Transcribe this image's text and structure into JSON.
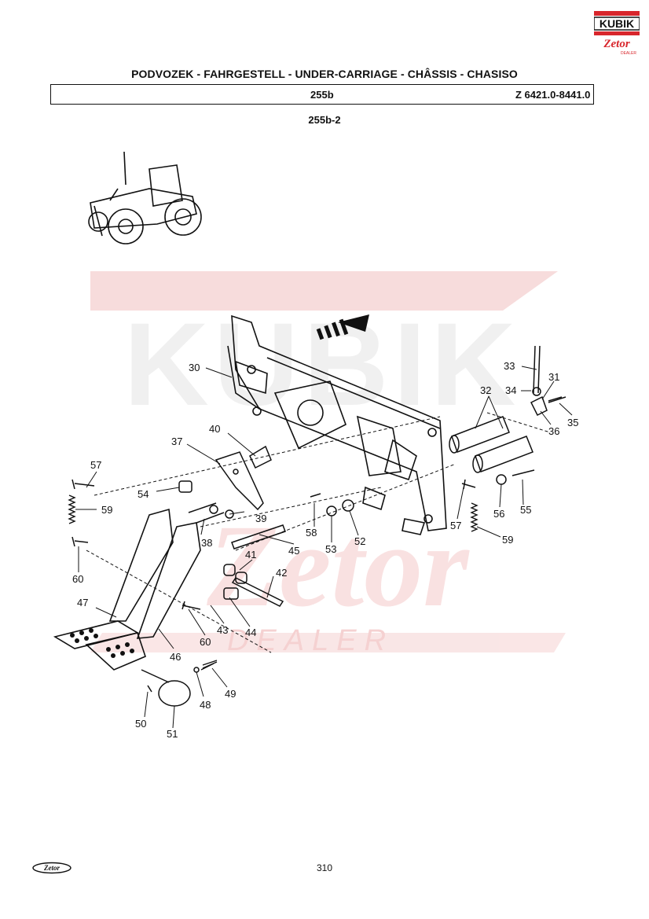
{
  "header": {
    "brand_logo_top": "KUBIK",
    "brand_logo_bottom": "Zetor",
    "brand_logo_tag": "DEALER",
    "title": "PODVOZEK - FAHRGESTELL - UNDER-CARRIAGE - CHÂSSIS - CHASISO",
    "section": "255b",
    "model_code": "Z 6421.0-8441.0",
    "subsection": "255b-2"
  },
  "watermark": {
    "top": "KUBIK",
    "middle": "Zetor",
    "bottom": "DEALER",
    "color": "#f3c9c9"
  },
  "diagram": {
    "callouts": [
      "30",
      "31",
      "32",
      "33",
      "34",
      "35",
      "36",
      "37",
      "38",
      "39",
      "40",
      "41",
      "42",
      "43",
      "44",
      "45",
      "46",
      "47",
      "48",
      "49",
      "50",
      "51",
      "52",
      "53",
      "54",
      "55",
      "56",
      "57",
      "57",
      "58",
      "59",
      "59",
      "60",
      "60"
    ]
  },
  "footer": {
    "page_number": "310",
    "logo_text": "Zetor"
  },
  "colors": {
    "brand_red": "#d8262c",
    "ink": "#111111"
  }
}
